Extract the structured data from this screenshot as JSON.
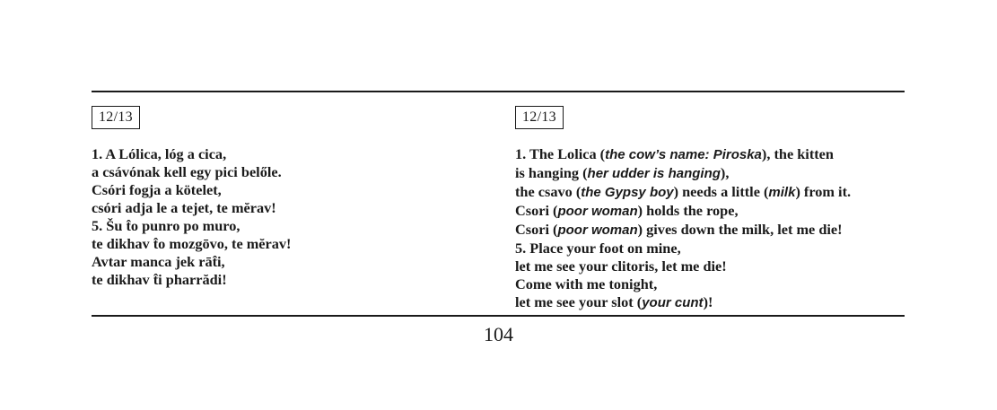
{
  "left": {
    "track": "12/13",
    "lines": [
      [
        {
          "t": "1. A Lólica, lóg a cica,"
        }
      ],
      [
        {
          "t": "a csávónak kell egy pici belőle."
        }
      ],
      [
        {
          "t": "Csóri fogja a kötelet,"
        }
      ],
      [
        {
          "t": "csóri adja le a tejet, te mĕrav!"
        }
      ],
      [
        {
          "t": "5. Šu t̂o punro po muro,"
        }
      ],
      [
        {
          "t": "te dikhav t̂o mozgōvo, te mĕrav!"
        }
      ],
      [
        {
          "t": "Avtar manca jek rāt̂i,"
        }
      ],
      [
        {
          "t": "te dikhav t̂i pharrădi!"
        }
      ]
    ]
  },
  "right": {
    "track": "12/13",
    "lines": [
      [
        {
          "t": "1. The Lolica ("
        },
        {
          "t": "the cow’s name: Piroska",
          "i": true
        },
        {
          "t": "), the kitten"
        }
      ],
      [
        {
          "t": "is hanging ("
        },
        {
          "t": "her udder is hanging",
          "i": true
        },
        {
          "t": "),"
        }
      ],
      [
        {
          "t": "the csavo ("
        },
        {
          "t": "the Gypsy boy",
          "i": true
        },
        {
          "t": ") needs a little ("
        },
        {
          "t": "milk",
          "i": true
        },
        {
          "t": ") from it."
        }
      ],
      [
        {
          "t": "Csori ("
        },
        {
          "t": "poor woman",
          "i": true
        },
        {
          "t": ") holds the rope,"
        }
      ],
      [
        {
          "t": "Csori ("
        },
        {
          "t": "poor woman",
          "i": true
        },
        {
          "t": ") gives down the milk, let me die!"
        }
      ],
      [
        {
          "t": "5. Place your foot on mine,"
        }
      ],
      [
        {
          "t": "let me see your clitoris, let me die!"
        }
      ],
      [
        {
          "t": "Come with me tonight,"
        }
      ],
      [
        {
          "t": "let me see your slot ("
        },
        {
          "t": "your cunt",
          "i": true
        },
        {
          "t": ")!"
        }
      ]
    ]
  },
  "page_number": "104"
}
